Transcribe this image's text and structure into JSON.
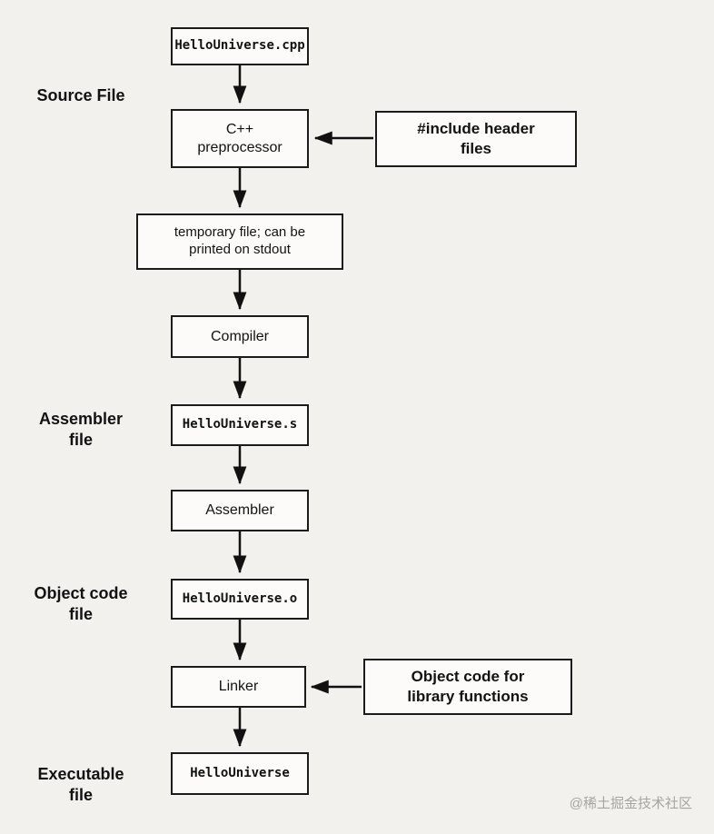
{
  "nodes": {
    "cpp_file": {
      "label": "HelloUniverse.cpp"
    },
    "preprocessor": {
      "label": "C++\npreprocessor"
    },
    "include_note": {
      "label": "#include header\nfiles"
    },
    "temp_file": {
      "label": "temporary file; can be\nprinted on stdout"
    },
    "compiler": {
      "label": "Compiler"
    },
    "asm_file": {
      "label": "HelloUniverse.s"
    },
    "assembler": {
      "label": "Assembler"
    },
    "obj_file": {
      "label": "HelloUniverse.o"
    },
    "linker": {
      "label": "Linker"
    },
    "lib_note": {
      "label": "Object code for\nlibrary functions"
    },
    "exe_file": {
      "label": "HelloUniverse"
    }
  },
  "stages": {
    "source": "Source File",
    "assembler": "Assembler\nfile",
    "object": "Object code\nfile",
    "executable": "Executable\nfile"
  },
  "watermark": "@稀土掘金技术社区",
  "colors": {
    "background": "#f3f1ee",
    "box_border": "#1b1b1b",
    "arrow": "#111111",
    "watermark_text": "#a8a5a0"
  }
}
